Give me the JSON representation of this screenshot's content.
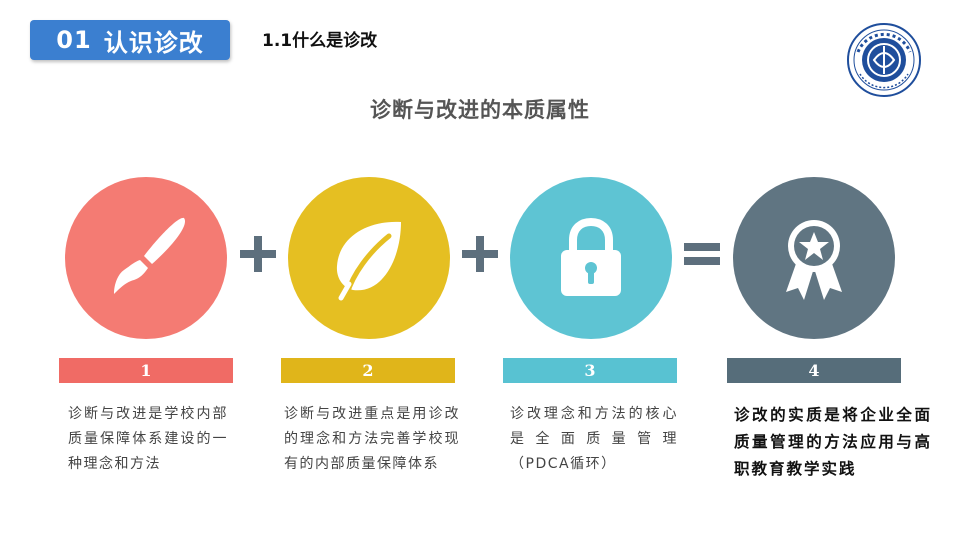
{
  "header": {
    "section_number": "01",
    "section_title": "认识诊改",
    "subtitle": "1.1什么是诊改"
  },
  "main_title": "诊断与改进的本质属性",
  "items": [
    {
      "number": "1",
      "icon": "paintbrush-icon",
      "color": "#f47b73",
      "bar_color": "#f06b65",
      "text": "诊断与改进是学校内部质量保障体系建设的一种理念和方法"
    },
    {
      "number": "2",
      "icon": "leaf-icon",
      "color": "#e5bf22",
      "bar_color": "#e0b51a",
      "text": "诊断与改进重点是用诊改的理念和方法完善学校现有的内部质量保障体系"
    },
    {
      "number": "3",
      "icon": "lock-icon",
      "color": "#5ec4d3",
      "bar_color": "#58c2d2",
      "text": "诊改理念和方法的核心是全面质量管理（PDCA循环）"
    },
    {
      "number": "4",
      "icon": "award-icon",
      "color": "#607582",
      "bar_color": "#566d7a",
      "text": "诊改的实质是将企业全面质量管理的方法应用与高职教育教学实践"
    }
  ],
  "operators": [
    "plus-icon",
    "plus-icon",
    "equals-icon"
  ],
  "operator_color": "#5d6f7d"
}
